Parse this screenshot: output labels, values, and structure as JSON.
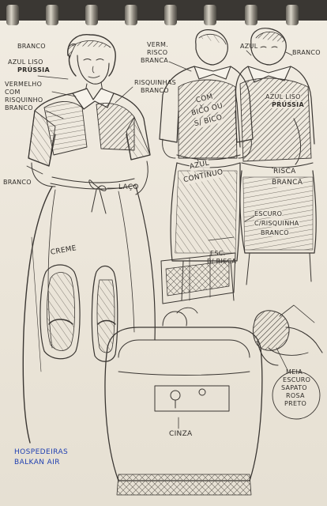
{
  "labels": {
    "branco_top": "BRANCO",
    "azul_liso": "AZUL LISO",
    "prussia_left": "PRÚSSIA",
    "vermelho": "VERMELHO",
    "com_risquinho": "COM",
    "risquinho_left": "RISQUINHO",
    "branco_left": "BRANCO",
    "risquinhas": "RISQUINHAS",
    "branco_risq": "BRANCO",
    "branco_low": "BRANCO",
    "laco": "LAÇO",
    "creme": "CREME",
    "verm": "VERM.",
    "risco": "RISCO",
    "branca_verm": "BRANCA",
    "com_bico_1": "COM",
    "com_bico_2": "BICO OU",
    "com_bico_3": "S/ BICO",
    "azul_continuo_1": "AZUL",
    "azul_continuo_2": "CONTÍNUO",
    "azul_top": "AZUL",
    "branco_top_right": "BRANCO",
    "azul_liso_right": "AZUL LISO",
    "prussia_right": "PRÚSSIA",
    "risca_1": "RISCA",
    "risca_2": "BRANCA",
    "esquema_1": "ESCURO",
    "esquema_2": "C/RISQUINHA",
    "esquema_3": "BRANCO",
    "esc_1": "ESC.",
    "esc_2": "B/ RISCA",
    "meia_1": "MEIA",
    "meia_2": "ESCURO",
    "meia_3": "SAPATO",
    "meia_4": "ROSA",
    "meia_5": "PRETO",
    "cinza": "CINZA"
  },
  "caption": {
    "line1": "HOSPEDEIRAS",
    "line2": "BALKAN AIR"
  },
  "colors": {
    "paper": "#efe9de",
    "pencil": "#3a3632",
    "caption_ink": "#1f3fb0"
  }
}
